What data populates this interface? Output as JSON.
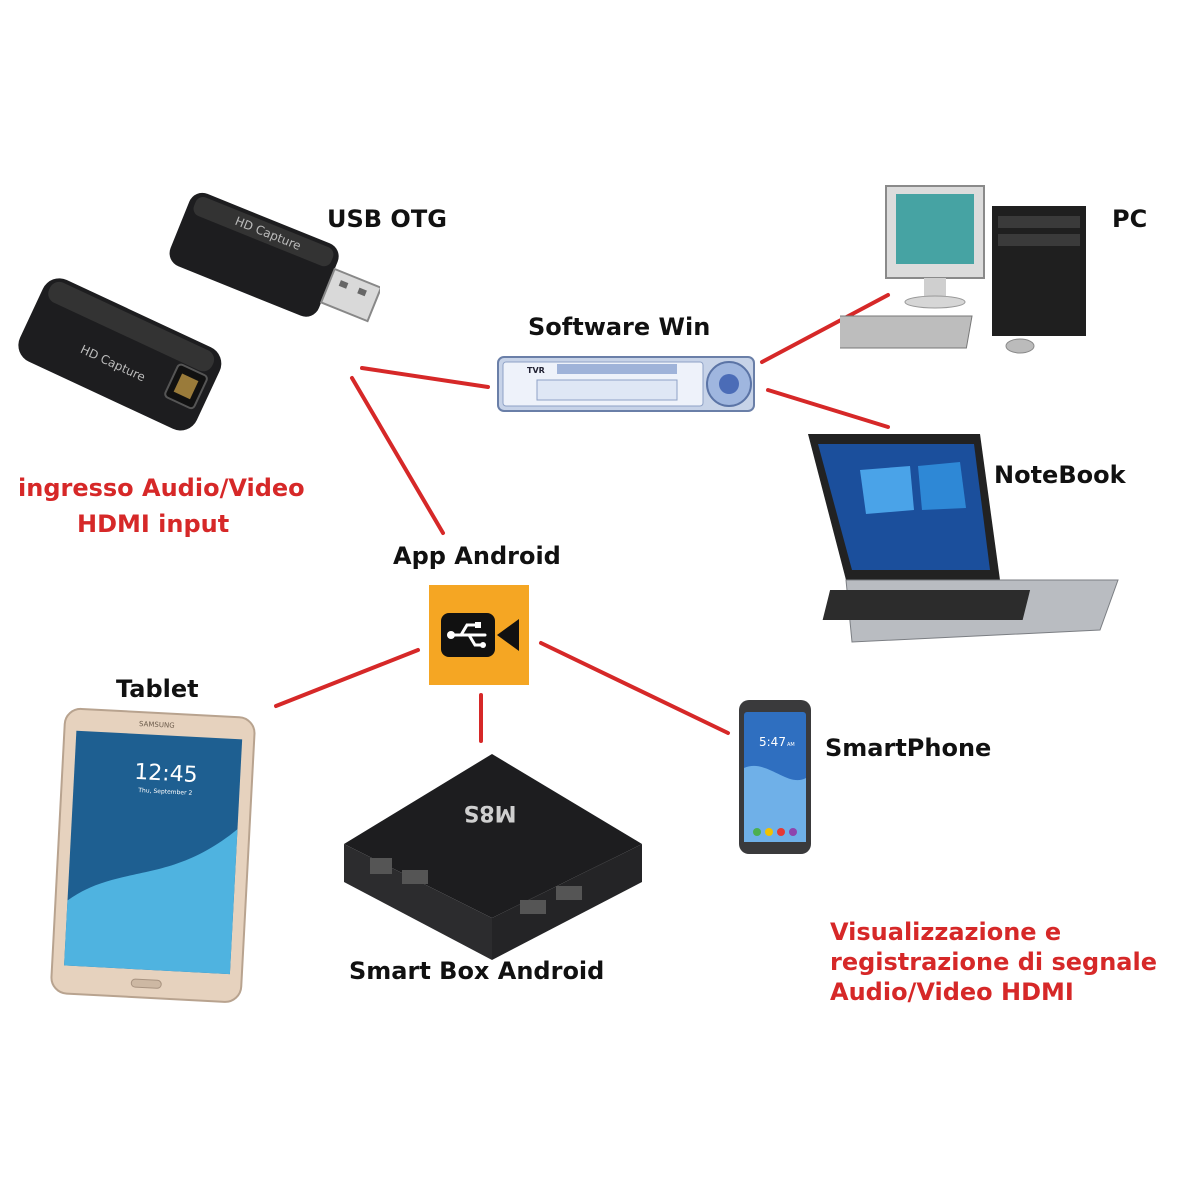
{
  "labels": {
    "usb_otg": "USB OTG",
    "pc": "PC",
    "software_win": "Software Win",
    "notebook": "NoteBook",
    "ingresso_line1": "ingresso Audio/Video",
    "ingresso_line2": "HDMI input",
    "app_android": "App Android",
    "tablet": "Tablet",
    "smartphone": "SmartPhone",
    "smart_box": "Smart Box Android",
    "caption_line1": "Visualizzazione e",
    "caption_line2": "registrazione di segnale",
    "caption_line3": "Audio/Video HDMI"
  },
  "device_text": {
    "capture_1": "HD Capture",
    "capture_2": "HD Capture",
    "tvr": "TVR",
    "tablet_time": "12:45",
    "tablet_date": "Thu, September 2",
    "tablet_brand": "SAMSUNG",
    "phone_time": "5:47",
    "phone_suffix": "AM",
    "box_brand": "M8S"
  },
  "colors": {
    "line": "#d62828",
    "label": "#111111",
    "highlight": "#d62828",
    "app_icon_bg": "#f5a623",
    "device_dark": "#1d1d1f"
  },
  "icons": {
    "app": "usb-camera-icon"
  }
}
